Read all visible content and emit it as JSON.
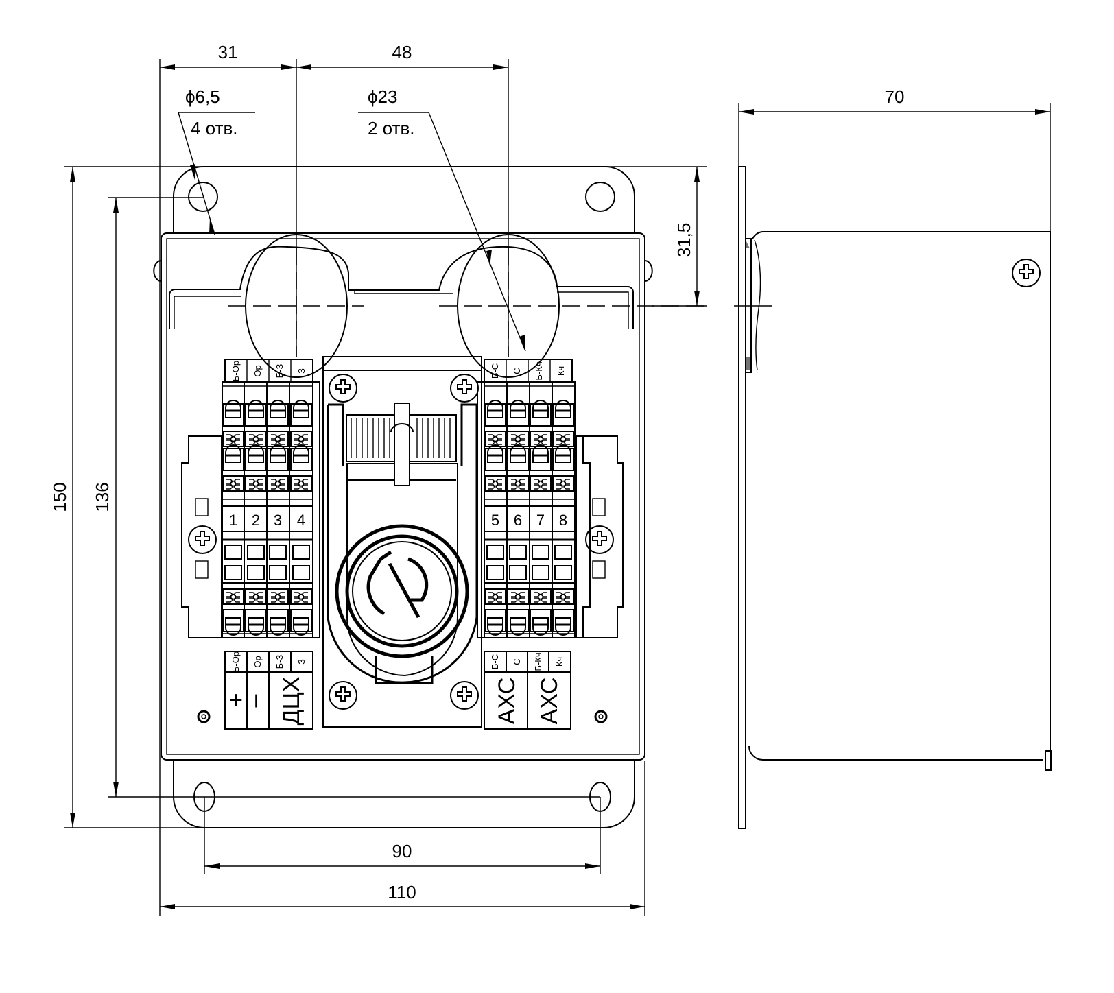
{
  "drawing": {
    "front_view": {
      "dimensions": {
        "hole_offset": "31",
        "hole_spacing": "48",
        "mount_hole_callout": {
          "diameter": "ϕ6,5",
          "count": "4 отв."
        },
        "cable_entry_callout": {
          "diameter": "ϕ23",
          "count": "2 отв."
        },
        "overall_height": "150",
        "mount_hole_vertical_spacing": "136",
        "top_to_entry_axis": "31,5",
        "mount_hole_horizontal_spacing": "90",
        "overall_width": "110"
      },
      "terminal_block_left": {
        "top_labels": [
          "Б-Ор",
          "Ор",
          "Б-З",
          "З"
        ],
        "numbers": [
          "1",
          "2",
          "3",
          "4"
        ],
        "bottom_labels": [
          "Б-Ор",
          "Ор",
          "Б-З",
          "З"
        ],
        "group_labels": [
          "+",
          "–",
          "ДЦХ"
        ]
      },
      "terminal_block_right": {
        "top_labels": [
          "Б-С",
          "С",
          "Б-Кч",
          "Кч"
        ],
        "numbers": [
          "5",
          "6",
          "7",
          "8"
        ],
        "bottom_labels": [
          "Б-С",
          "С",
          "Б-Кч",
          "Кч"
        ],
        "group_labels": [
          "АХС",
          "АХС"
        ]
      },
      "center_module_icon": "rotary-switch-logo-icon"
    },
    "side_view": {
      "dimensions": {
        "depth": "70"
      }
    }
  }
}
